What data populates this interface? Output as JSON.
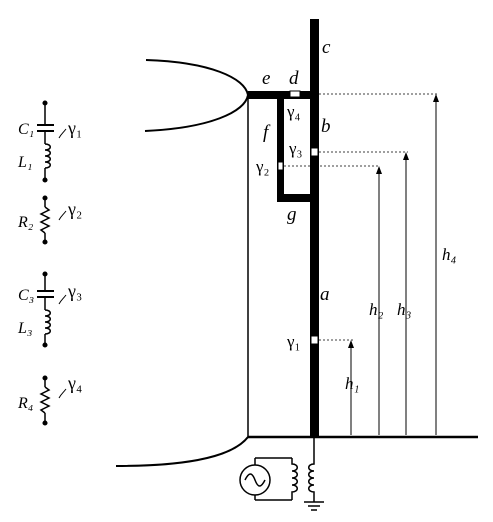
{
  "labels": {
    "c": "c",
    "e": "e",
    "d": "d",
    "b": "b",
    "f": "f",
    "g": "g",
    "a": "a",
    "gamma4": "γ₄",
    "gamma3": "γ₃",
    "gamma2": "γ₂",
    "gamma1": "γ₁"
  },
  "heights": {
    "h1": "h₁",
    "h2": "h₂",
    "h3": "h₃",
    "h4": "h₄"
  },
  "legend": [
    {
      "component": "LC",
      "cap": "C₁",
      "ind": "L₁",
      "gamma": "γ₁"
    },
    {
      "component": "R",
      "res": "R₂",
      "gamma": "γ₂"
    },
    {
      "component": "LC",
      "cap": "C₃",
      "ind": "L₃",
      "gamma": "γ₃"
    },
    {
      "component": "R",
      "res": "R₄",
      "gamma": "γ₄"
    }
  ],
  "source": {
    "icon": "ac-source-icon"
  }
}
